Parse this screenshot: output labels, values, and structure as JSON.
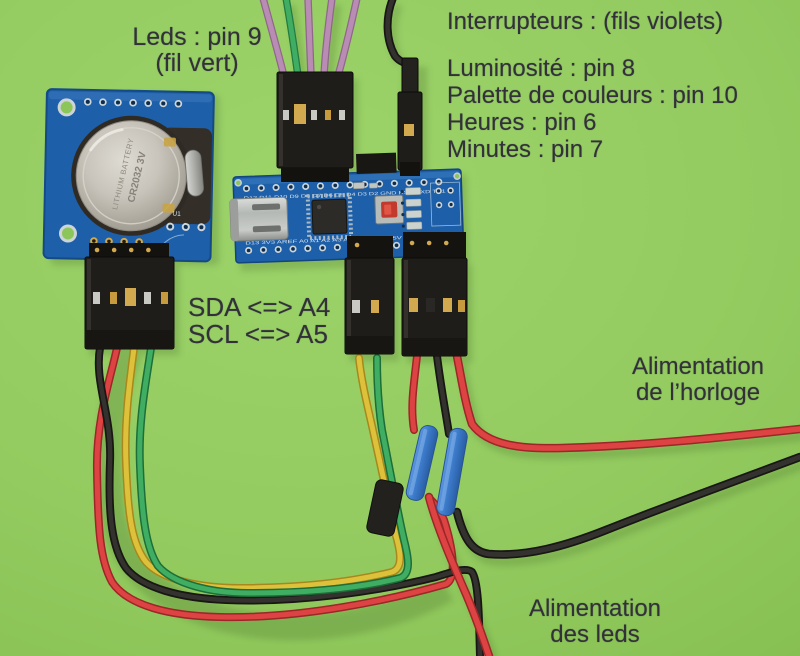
{
  "annotations": {
    "leds": {
      "line1": "Leds : pin 9",
      "line2": "(fil vert)"
    },
    "interrupteurs": {
      "title": "Interrupteurs : (fils violets)",
      "items": [
        "Luminosité : pin 8",
        "Palette de couleurs : pin 10",
        "Heures : pin 6",
        "Minutes : pin 7"
      ]
    },
    "i2c": {
      "line1": "SDA <=> A4",
      "line2": "SCL <=> A5"
    },
    "horloge": {
      "line1": "Alimentation",
      "line2": "de l’horloge"
    },
    "leds_power": {
      "line1": "Alimentation",
      "line2": "des leds"
    }
  },
  "components": {
    "rtc": {
      "battery_marking_1": "LITHIUM BATTERY",
      "battery_marking_2": "CR2032 3V",
      "silkscreen": "U1"
    },
    "arduino": {
      "top_pins": "D12 D11 D10 D9 D8 D7 D6 D5 D4 D3 D2 GND RST RXD TX1",
      "bottom_pins": "D13 3V3 AREF A0 A1 A2 A3 A4 A5 A6 A7 +5V RST GND VIN"
    }
  },
  "colors": {
    "background": "#8fc95c",
    "text": "#32313a",
    "pcb_blue": "#1d5fa9",
    "wire_purple": "#b98cb4",
    "wire_green": "#3fae63",
    "wire_yellow": "#ddc13a",
    "wire_red": "#dd4343",
    "wire_black": "#34322f",
    "splice_blue": "#3c7ccb"
  }
}
